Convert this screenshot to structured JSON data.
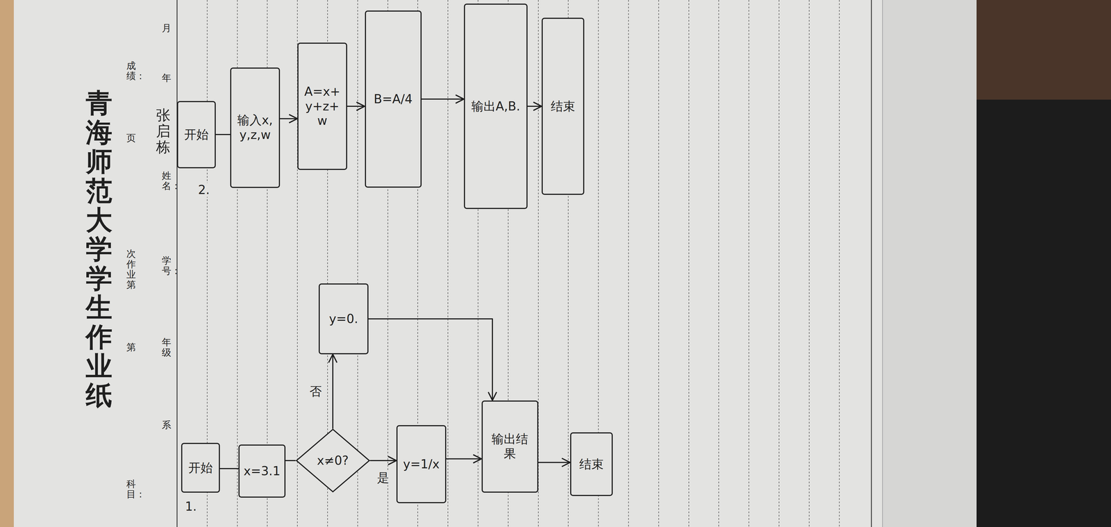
{
  "diagram": {
    "title": "青海师范大学学生作业纸",
    "nodes": [
      {
        "text": [
          "开始"
        ]
      },
      {
        "text": [
          "x=3.1"
        ]
      },
      {
        "text": [
          "x≠0?"
        ]
      },
      {
        "text": [
          "y=0."
        ]
      },
      {
        "text": [
          "y=1/x"
        ]
      },
      {
        "text": [
          "输出结果"
        ]
      },
      {
        "text": [
          "结束"
        ]
      },
      {
        "text": [
          "开始"
        ]
      },
      {
        "text": [
          "输入x,y,z,w"
        ]
      },
      {
        "text": [
          "A=x+y+z+w"
        ]
      },
      {
        "text": [
          "B=A/4"
        ]
      },
      {
        "text": [
          "输出A,B."
        ]
      },
      {
        "text": [
          "结束"
        ]
      }
    ],
    "edges": [
      {
        "from": 0,
        "to": 1,
        "arrow": "none"
      },
      {
        "from": 1,
        "to": 2,
        "arrow": "none"
      },
      {
        "from": 2,
        "to": 3,
        "arrow": "to",
        "label": "否"
      },
      {
        "from": 2,
        "to": 4,
        "arrow": "to",
        "label": "是"
      },
      {
        "from": 4,
        "to": 5,
        "arrow": "to"
      },
      {
        "from": 3,
        "to": 5,
        "arrow": "to"
      },
      {
        "from": 5,
        "to": 6,
        "arrow": "to"
      },
      {
        "from": 7,
        "to": 8,
        "arrow": "none"
      },
      {
        "from": 8,
        "to": 9,
        "arrow": "to"
      },
      {
        "from": 9,
        "to": 10,
        "arrow": "to"
      },
      {
        "from": 10,
        "to": 11,
        "arrow": "to"
      },
      {
        "from": 11,
        "to": 12,
        "arrow": "to"
      }
    ],
    "labels": [
      "1.",
      "2.",
      "科目：",
      "第",
      "系",
      "年级",
      "次作业第",
      "学号：",
      "页",
      "姓名：",
      "张启栋",
      "成绩：",
      "年",
      "月"
    ]
  }
}
